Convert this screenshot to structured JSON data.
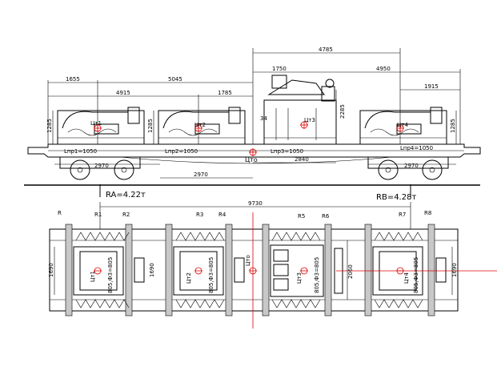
{
  "dims_top": {
    "d4785": "4785",
    "d1750": "1750",
    "d4950": "4950",
    "d1915": "1915",
    "d1655": "1655",
    "d5045": "5045",
    "d4915": "4915",
    "d1785": "1785",
    "d34": "34",
    "d2285": "2285",
    "d1285a": "1285",
    "d1285b": "1285",
    "d1285c": "1285",
    "d2970a": "2970",
    "d2970b": "2970",
    "d2970c": "2970",
    "d2840": "2840",
    "d9730": "9730",
    "d1690a": "1690",
    "d1690b": "1690",
    "d1690c": "1690",
    "d2060": "2060"
  },
  "labels": {
    "lpr1": "Lпр1=1050",
    "lpr2": "Lпр2=1050",
    "lpr3": "Lпр3=1050",
    "lpr4": "Lпр4=1050",
    "ct1": "Цт1",
    "ct2": "Цт2",
    "ct3": "Цт3",
    "ct4": "Цт4",
    "cto": "Цто",
    "ra": "RA=4.22т",
    "rb": "RB=4.28т",
    "ct1p": "Цт1",
    "ct2p": "Цт2",
    "ct3p": "Цт3",
    "ct4p": "Цт4",
    "ctop": "Цто",
    "r": "R",
    "r1": "R1",
    "r2": "R2",
    "r3": "R3",
    "r4": "R4",
    "r5": "R5",
    "r6": "R6",
    "r7": "R7",
    "r8": "R8",
    "v1": "805,Ф3=805",
    "v2": "805,Ф3=805",
    "v3": "805,Ф3=805",
    "v4": "805,Ф3=805"
  }
}
